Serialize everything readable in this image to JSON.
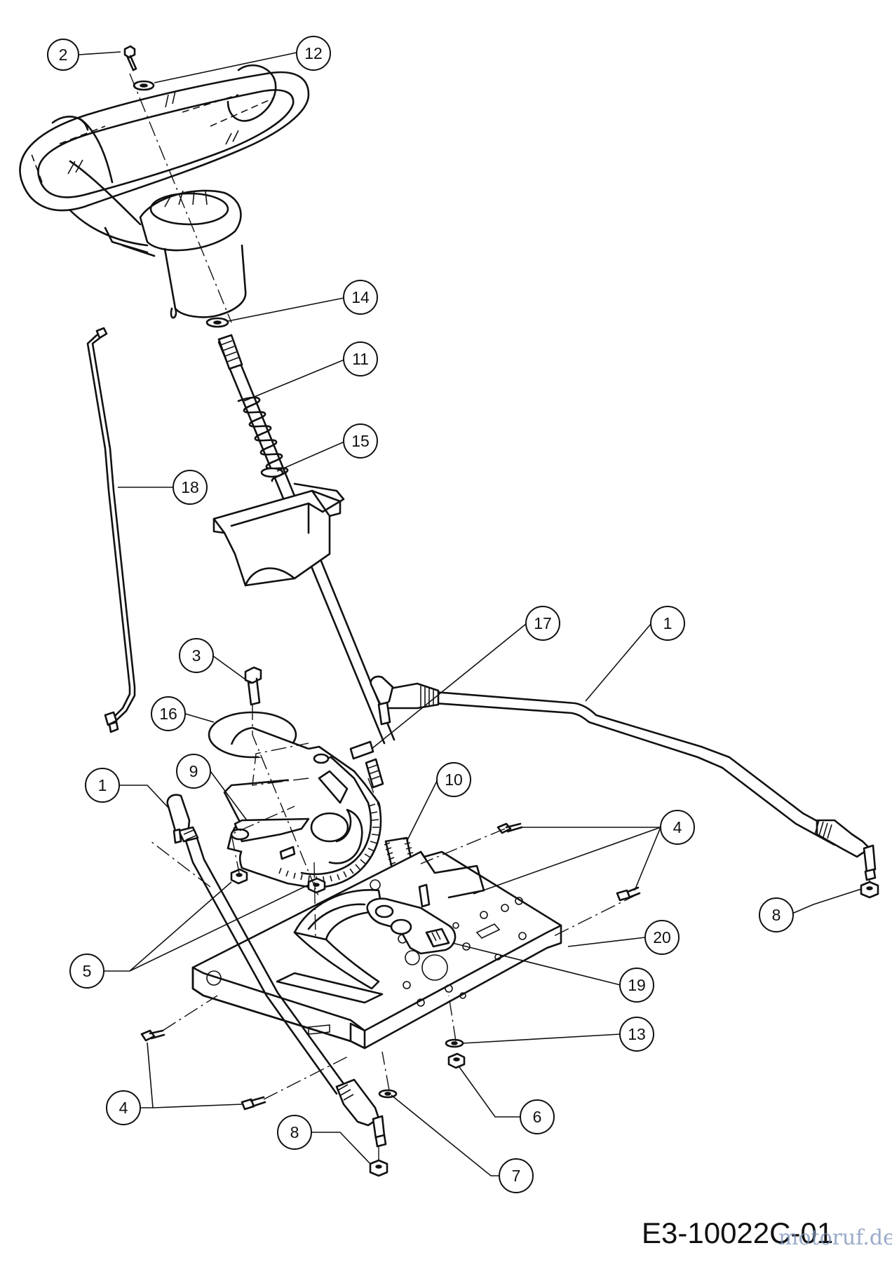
{
  "diagram": {
    "callouts": [
      {
        "id": "c-2",
        "label": "2"
      },
      {
        "id": "c-12",
        "label": "12"
      },
      {
        "id": "c-14",
        "label": "14"
      },
      {
        "id": "c-11",
        "label": "11"
      },
      {
        "id": "c-15",
        "label": "15"
      },
      {
        "id": "c-18",
        "label": "18"
      },
      {
        "id": "c-17",
        "label": "17"
      },
      {
        "id": "c-1a",
        "label": "1"
      },
      {
        "id": "c-3",
        "label": "3"
      },
      {
        "id": "c-16",
        "label": "16"
      },
      {
        "id": "c-9",
        "label": "9"
      },
      {
        "id": "c-10",
        "label": "10"
      },
      {
        "id": "c-1b",
        "label": "1"
      },
      {
        "id": "c-4a",
        "label": "4"
      },
      {
        "id": "c-8a",
        "label": "8"
      },
      {
        "id": "c-20",
        "label": "20"
      },
      {
        "id": "c-5",
        "label": "5"
      },
      {
        "id": "c-19",
        "label": "19"
      },
      {
        "id": "c-13",
        "label": "13"
      },
      {
        "id": "c-4b",
        "label": "4"
      },
      {
        "id": "c-6",
        "label": "6"
      },
      {
        "id": "c-8b",
        "label": "8"
      },
      {
        "id": "c-7",
        "label": "7"
      }
    ],
    "diagram_code": "E3-10022C-01",
    "watermark": "motoruf.de"
  }
}
